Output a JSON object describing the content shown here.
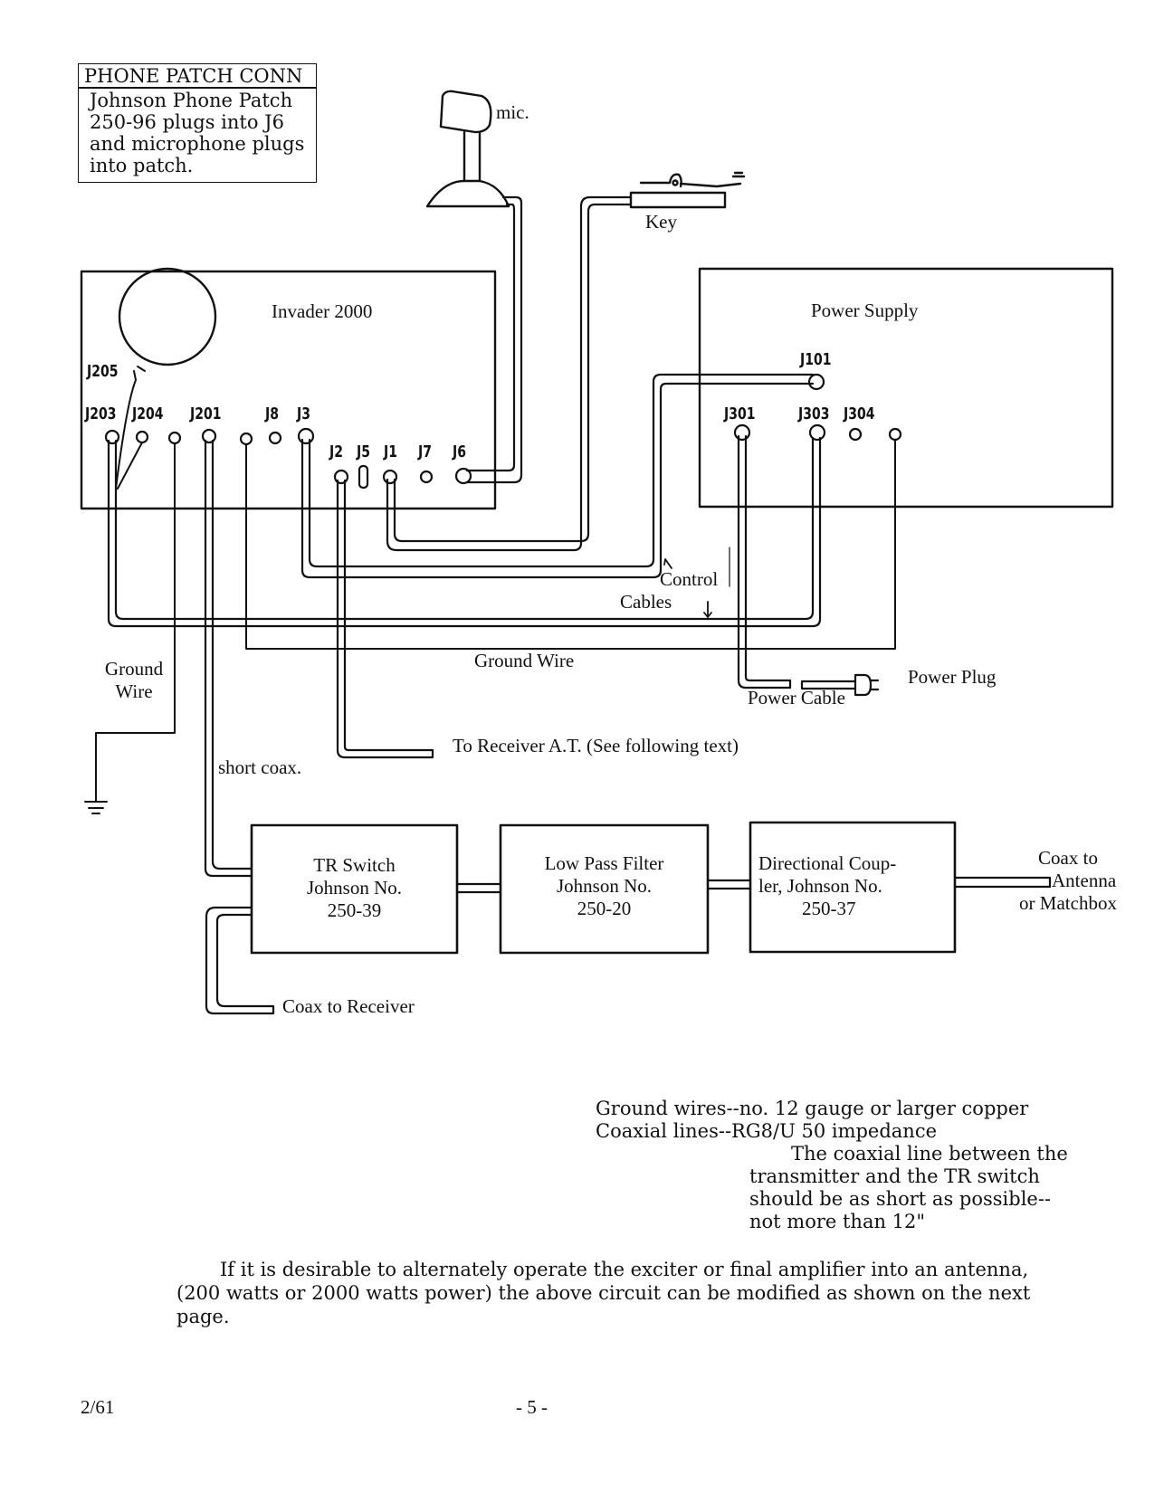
{
  "phone_patch": {
    "title": "PHONE PATCH CONN",
    "lines": [
      "Johnson Phone Patch",
      "250-96 plugs into J6",
      "and microphone plugs",
      "into patch."
    ]
  },
  "devices": {
    "mic_label": "mic.",
    "key_label": "Key",
    "transmitter": "Invader 2000",
    "power_supply": "Power Supply"
  },
  "jacks": {
    "transmitter": [
      "J205",
      "J203",
      "J204",
      "J201",
      "J8",
      "J3",
      "J2",
      "J5",
      "J1",
      "J7",
      "J6"
    ],
    "power_supply": [
      "J101",
      "J301",
      "J303",
      "J304"
    ]
  },
  "wiring_labels": {
    "control_cables_1": "Control",
    "control_cables_2": "Cables",
    "ground_wire_center": "Ground Wire",
    "ground_wire_left_1": "Ground",
    "ground_wire_left_2": "Wire",
    "power_cable": "Power Cable",
    "power_plug": "Power Plug",
    "to_receiver_at": "To Receiver A.T. (See following text)",
    "short_coax": "short coax.",
    "coax_to_receiver": "Coax to Receiver",
    "coax_to_antenna": [
      "Coax to",
      "Antenna",
      "or Matchbox"
    ]
  },
  "blocks": [
    {
      "lines": [
        "TR Switch",
        "Johnson No.",
        "250-39"
      ]
    },
    {
      "lines": [
        "Low Pass Filter",
        "Johnson No.",
        "250-20"
      ]
    },
    {
      "lines": [
        "Directional Coup-",
        "ler, Johnson No.",
        "250-37"
      ]
    }
  ],
  "notes": {
    "line1": "Ground wires--no. 12 gauge or larger copper",
    "line2": "Coaxial lines--RG8/U 50 impedance",
    "line3": "The coaxial line between the",
    "line4": "transmitter and the TR switch",
    "line5": "should be as short as possible--",
    "line6": "not more than 12\""
  },
  "paragraph": {
    "line1": "If it is desirable to alternately operate the exciter or final amplifier into an antenna,",
    "line2": "(200 watts or 2000 watts power) the above circuit can be modified as shown on the next",
    "line3": "page."
  },
  "footer": {
    "date": "2/61",
    "page_number": "- 5 -"
  }
}
